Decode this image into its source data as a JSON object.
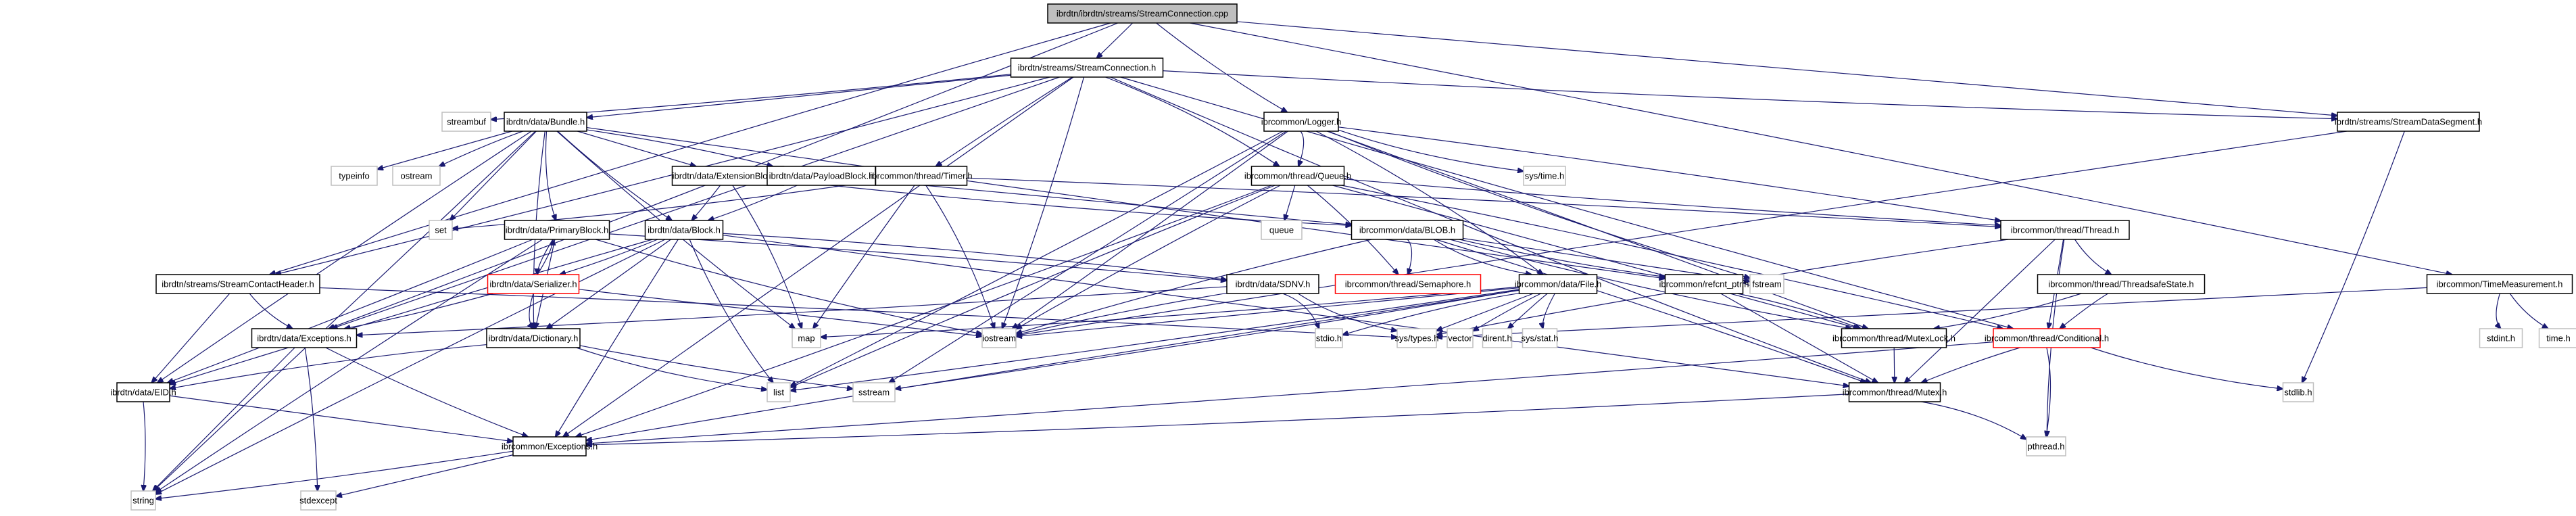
{
  "title": "Include dependency graph for ibrdtn/ibrdtn/streams/StreamConnection.cpp",
  "colors": {
    "edge": "#191970",
    "root_fill": "#bfbfbf",
    "node_border": "#000000",
    "external_border": "#bfbfbf",
    "truncated_border": "#ff0000"
  },
  "nodes": [
    {
      "id": "root",
      "label": "ibrdtn/ibrdtn/streams/StreamConnection.cpp",
      "kind": "root"
    },
    {
      "id": "sc",
      "label": "ibrdtn/streams/StreamConnection.h",
      "kind": "file"
    },
    {
      "id": "streambuf",
      "label": "streambuf",
      "kind": "external"
    },
    {
      "id": "bundle",
      "label": "ibrdtn/data/Bundle.h",
      "kind": "file"
    },
    {
      "id": "logger",
      "label": "ibrcommon/Logger.h",
      "kind": "file"
    },
    {
      "id": "sds",
      "label": "ibrdtn/streams/StreamDataSegment.h",
      "kind": "file"
    },
    {
      "id": "tm",
      "label": "ibrcommon/TimeMeasurement.h",
      "kind": "file"
    },
    {
      "id": "typeinfo",
      "label": "typeinfo",
      "kind": "external"
    },
    {
      "id": "ostream",
      "label": "ostream",
      "kind": "external"
    },
    {
      "id": "ext",
      "label": "ibrdtn/data/ExtensionBlock.h",
      "kind": "file"
    },
    {
      "id": "payload",
      "label": "ibrdtn/data/PayloadBlock.h",
      "kind": "file"
    },
    {
      "id": "timer",
      "label": "ibrcommon/thread/Timer.h",
      "kind": "file"
    },
    {
      "id": "queue",
      "label": "ibrcommon/thread/Queue.h",
      "kind": "file"
    },
    {
      "id": "systime",
      "label": "sys/time.h",
      "kind": "external"
    },
    {
      "id": "set",
      "label": "set",
      "kind": "external"
    },
    {
      "id": "primary",
      "label": "ibrdtn/data/PrimaryBlock.h",
      "kind": "file"
    },
    {
      "id": "block",
      "label": "ibrdtn/data/Block.h",
      "kind": "file"
    },
    {
      "id": "queuestd",
      "label": "queue",
      "kind": "external"
    },
    {
      "id": "blob",
      "label": "ibrcommon/data/BLOB.h",
      "kind": "file"
    },
    {
      "id": "thread",
      "label": "ibrcommon/thread/Thread.h",
      "kind": "file"
    },
    {
      "id": "sch",
      "label": "ibrdtn/streams/StreamContactHeader.h",
      "kind": "file"
    },
    {
      "id": "serializer",
      "label": "ibrdtn/data/Serializer.h",
      "kind": "truncated"
    },
    {
      "id": "sdnv",
      "label": "ibrdtn/data/SDNV.h",
      "kind": "file"
    },
    {
      "id": "semaphore",
      "label": "ibrcommon/thread/Semaphore.h",
      "kind": "truncated"
    },
    {
      "id": "file",
      "label": "ibrcommon/data/File.h",
      "kind": "file"
    },
    {
      "id": "refcnt",
      "label": "ibrcommon/refcnt_ptr.h",
      "kind": "file"
    },
    {
      "id": "fstream",
      "label": "fstream",
      "kind": "external"
    },
    {
      "id": "tss",
      "label": "ibrcommon/thread/ThreadsafeState.h",
      "kind": "file"
    },
    {
      "id": "dexc",
      "label": "ibrdtn/data/Exceptions.h",
      "kind": "file"
    },
    {
      "id": "dict",
      "label": "ibrdtn/data/Dictionary.h",
      "kind": "file"
    },
    {
      "id": "map",
      "label": "map",
      "kind": "external"
    },
    {
      "id": "iostream",
      "label": "iostream",
      "kind": "external"
    },
    {
      "id": "stdio",
      "label": "stdio.h",
      "kind": "external"
    },
    {
      "id": "systypes",
      "label": "sys/types.h",
      "kind": "external"
    },
    {
      "id": "vector",
      "label": "vector",
      "kind": "external"
    },
    {
      "id": "dirent",
      "label": "dirent.h",
      "kind": "external"
    },
    {
      "id": "sysstat",
      "label": "sys/stat.h",
      "kind": "external"
    },
    {
      "id": "mutexlock",
      "label": "ibrcommon/thread/MutexLock.h",
      "kind": "file"
    },
    {
      "id": "cond",
      "label": "ibrcommon/thread/Conditional.h",
      "kind": "truncated"
    },
    {
      "id": "stdint",
      "label": "stdint.h",
      "kind": "external"
    },
    {
      "id": "timeh",
      "label": "time.h",
      "kind": "external"
    },
    {
      "id": "eid",
      "label": "ibrdtn/data/EID.h",
      "kind": "file"
    },
    {
      "id": "list",
      "label": "list",
      "kind": "external"
    },
    {
      "id": "sstream",
      "label": "sstream",
      "kind": "external"
    },
    {
      "id": "mutex",
      "label": "ibrcommon/thread/Mutex.h",
      "kind": "file"
    },
    {
      "id": "stdlib",
      "label": "stdlib.h",
      "kind": "external"
    },
    {
      "id": "cexc",
      "label": "ibrcommon/Exceptions.h",
      "kind": "file"
    },
    {
      "id": "pthread",
      "label": "pthread.h",
      "kind": "external"
    },
    {
      "id": "string",
      "label": "string",
      "kind": "external"
    },
    {
      "id": "stdexcept",
      "label": "stdexcept",
      "kind": "external"
    }
  ],
  "edges": [
    [
      "root",
      "sc"
    ],
    [
      "root",
      "logger"
    ],
    [
      "root",
      "sds"
    ],
    [
      "root",
      "tm"
    ],
    [
      "root",
      "sch"
    ],
    [
      "root",
      "dexc"
    ],
    [
      "sc",
      "streambuf"
    ],
    [
      "sc",
      "bundle"
    ],
    [
      "sc",
      "timer"
    ],
    [
      "sc",
      "queue"
    ],
    [
      "sc",
      "sds"
    ],
    [
      "sc",
      "sch"
    ],
    [
      "sc",
      "dexc"
    ],
    [
      "sc",
      "cexc"
    ],
    [
      "sc",
      "iostream"
    ],
    [
      "sc",
      "mutex"
    ],
    [
      "sc",
      "cond"
    ],
    [
      "bundle",
      "typeinfo"
    ],
    [
      "bundle",
      "ostream"
    ],
    [
      "bundle",
      "set"
    ],
    [
      "bundle",
      "primary"
    ],
    [
      "bundle",
      "block"
    ],
    [
      "bundle",
      "ext"
    ],
    [
      "bundle",
      "payload"
    ],
    [
      "bundle",
      "eid"
    ],
    [
      "bundle",
      "dict"
    ],
    [
      "bundle",
      "map"
    ],
    [
      "bundle",
      "refcnt"
    ],
    [
      "bundle",
      "string"
    ],
    [
      "logger",
      "queue"
    ],
    [
      "logger",
      "systime"
    ],
    [
      "logger",
      "iostream"
    ],
    [
      "logger",
      "sstream"
    ],
    [
      "logger",
      "thread"
    ],
    [
      "logger",
      "file"
    ],
    [
      "logger",
      "fstream"
    ],
    [
      "logger",
      "list"
    ],
    [
      "logger",
      "mutexlock"
    ],
    [
      "sds",
      "iostream"
    ],
    [
      "sds",
      "stdlib"
    ],
    [
      "tm",
      "stdint"
    ],
    [
      "tm",
      "timeh"
    ],
    [
      "tm",
      "systypes"
    ],
    [
      "ext",
      "block"
    ],
    [
      "ext",
      "map"
    ],
    [
      "ext",
      "blob"
    ],
    [
      "payload",
      "block"
    ],
    [
      "payload",
      "blob"
    ],
    [
      "timer",
      "thread"
    ],
    [
      "timer",
      "iostream"
    ],
    [
      "timer",
      "set"
    ],
    [
      "timer",
      "map"
    ],
    [
      "queue",
      "queuestd"
    ],
    [
      "queue",
      "semaphore"
    ],
    [
      "queue",
      "iostream"
    ],
    [
      "queue",
      "cexc"
    ],
    [
      "queue",
      "thread"
    ],
    [
      "queue",
      "mutexlock"
    ],
    [
      "queue",
      "cond"
    ],
    [
      "queue",
      "list"
    ],
    [
      "primary",
      "serializer"
    ],
    [
      "primary",
      "eid"
    ],
    [
      "primary",
      "dict"
    ],
    [
      "primary",
      "sdnv"
    ],
    [
      "primary",
      "string"
    ],
    [
      "primary",
      "iostream"
    ],
    [
      "block",
      "serializer"
    ],
    [
      "block",
      "dict"
    ],
    [
      "block",
      "eid"
    ],
    [
      "block",
      "sdnv"
    ],
    [
      "block",
      "list"
    ],
    [
      "block",
      "cexc"
    ],
    [
      "block",
      "mutex"
    ],
    [
      "block",
      "string"
    ],
    [
      "blob",
      "semaphore"
    ],
    [
      "blob",
      "file"
    ],
    [
      "blob",
      "refcnt"
    ],
    [
      "blob",
      "fstream"
    ],
    [
      "blob",
      "mutex"
    ],
    [
      "blob",
      "iostream"
    ],
    [
      "blob",
      "mutexlock"
    ],
    [
      "thread",
      "tss"
    ],
    [
      "thread",
      "cond"
    ],
    [
      "thread",
      "mutex"
    ],
    [
      "thread",
      "systypes"
    ],
    [
      "thread",
      "pthread"
    ],
    [
      "sch",
      "dexc"
    ],
    [
      "sch",
      "eid"
    ],
    [
      "sch",
      "systypes"
    ],
    [
      "serializer",
      "primary"
    ],
    [
      "serializer",
      "dict"
    ],
    [
      "serializer",
      "dexc"
    ],
    [
      "serializer",
      "iostream"
    ],
    [
      "sdnv",
      "iostream"
    ],
    [
      "sdnv",
      "stdio"
    ],
    [
      "sdnv",
      "systypes"
    ],
    [
      "sdnv",
      "dexc"
    ],
    [
      "file",
      "systypes"
    ],
    [
      "file",
      "vector"
    ],
    [
      "file",
      "dirent"
    ],
    [
      "file",
      "sysstat"
    ],
    [
      "file",
      "list"
    ],
    [
      "file",
      "iostream"
    ],
    [
      "file",
      "cexc"
    ],
    [
      "file",
      "stdio"
    ],
    [
      "file",
      "map"
    ],
    [
      "file",
      "sstream"
    ],
    [
      "refcnt",
      "mutex"
    ],
    [
      "refcnt",
      "mutexlock"
    ],
    [
      "tss",
      "cond"
    ],
    [
      "tss",
      "mutexlock"
    ],
    [
      "dexc",
      "cexc"
    ],
    [
      "dexc",
      "string"
    ],
    [
      "dexc",
      "stdexcept"
    ],
    [
      "dict",
      "eid"
    ],
    [
      "dict",
      "list"
    ],
    [
      "dict",
      "sstream"
    ],
    [
      "mutexlock",
      "mutex"
    ],
    [
      "cond",
      "mutex"
    ],
    [
      "cond",
      "pthread"
    ],
    [
      "cond",
      "stdlib"
    ],
    [
      "cond",
      "cexc"
    ],
    [
      "eid",
      "cexc"
    ],
    [
      "eid",
      "string"
    ],
    [
      "mutex",
      "pthread"
    ],
    [
      "mutex",
      "cexc"
    ],
    [
      "cexc",
      "string"
    ],
    [
      "cexc",
      "stdexcept"
    ]
  ]
}
